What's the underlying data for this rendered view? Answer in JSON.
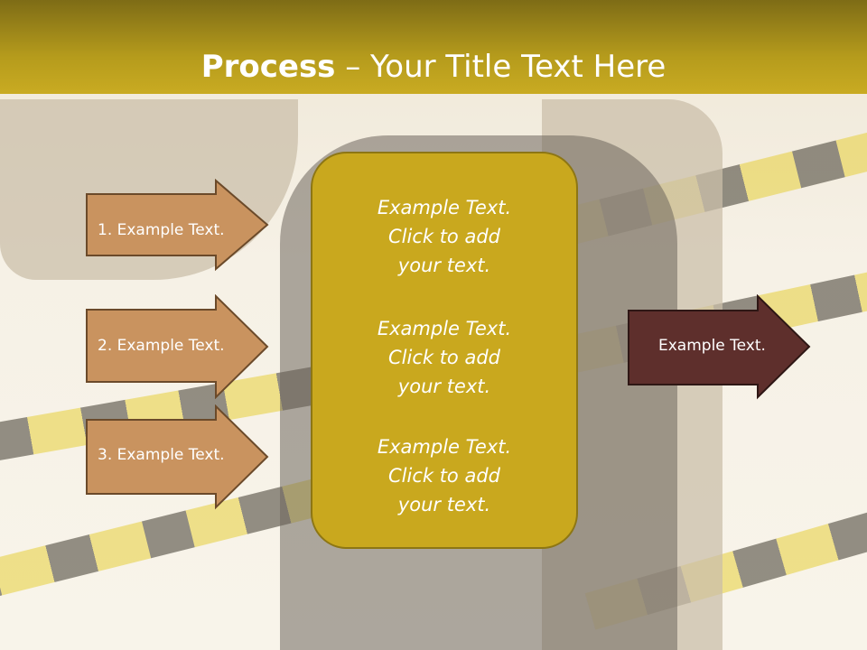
{
  "title": {
    "bold": "Process",
    "rest": " – Your Title Text Here"
  },
  "left_arrows": [
    {
      "label": "1. Example Text."
    },
    {
      "label": "2. Example Text."
    },
    {
      "label": "3. Example Text."
    }
  ],
  "center_blocks": [
    {
      "line1": "Example Text.",
      "line2": "Click  to add",
      "line3": "your text."
    },
    {
      "line1": "Example Text.",
      "line2": "Click  to add",
      "line3": "your text."
    },
    {
      "line1": "Example Text.",
      "line2": "Click  to add",
      "line3": "your text."
    }
  ],
  "right_arrow": {
    "label": "Example Text."
  },
  "colors": {
    "banner": "#b59b1c",
    "left_arrow_fill": "#c9935f",
    "left_arrow_stroke": "#6b4a2a",
    "center_fill": "#c9a81e",
    "right_arrow_fill": "#5e2f2c"
  }
}
